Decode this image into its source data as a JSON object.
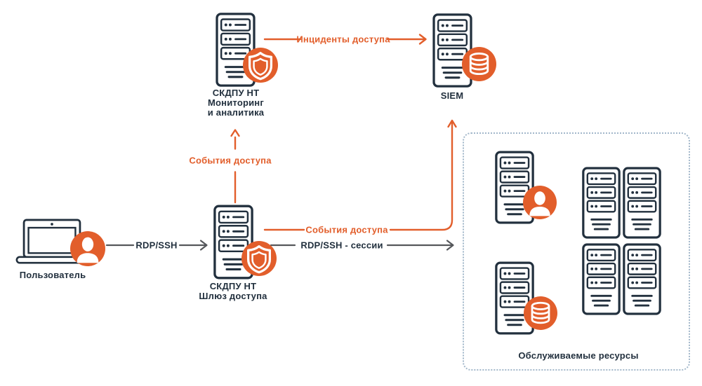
{
  "palette": {
    "bg": "#FFFFFF",
    "orange": "#E25E2B",
    "navy": "#22303E",
    "gray-line": "#55575B",
    "dash-border": "#A2B7CA"
  },
  "nodes": {
    "user": {
      "label": "Пользователь"
    },
    "gateway": {
      "title": "СКДПУ НТ",
      "subtitle": "Шлюз доступа"
    },
    "monitoring": {
      "title": "СКДПУ НТ",
      "subtitle1": "Мониторинг",
      "subtitle2": "и аналитика"
    },
    "siem": {
      "label": "SIEM"
    },
    "resources": {
      "label": "Обслуживаемые ресурсы"
    }
  },
  "edges": {
    "rdp_ssh": {
      "label": "RDP/SSH"
    },
    "events_up": {
      "label": "События доступа"
    },
    "incidents": {
      "label": "Инциденты доступа"
    },
    "events_to_siem": {
      "label": "События доступа"
    },
    "sessions": {
      "label": "RDP/SSH - сессии"
    }
  }
}
